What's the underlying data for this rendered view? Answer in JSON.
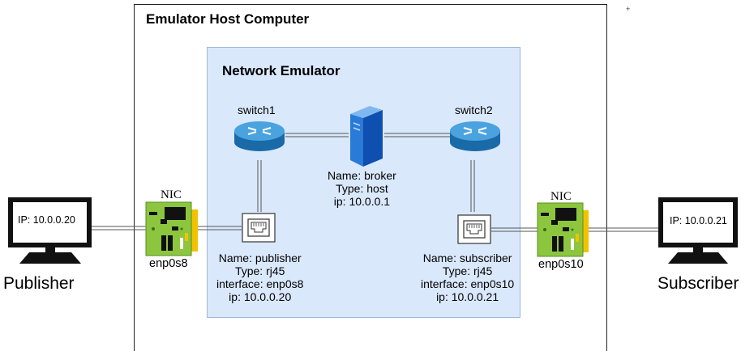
{
  "host": {
    "title": "Emulator Host Computer"
  },
  "emulator": {
    "title": "Network Emulator"
  },
  "switch1": {
    "label": "switch1"
  },
  "switch2": {
    "label": "switch2"
  },
  "broker": {
    "lines": [
      "Name: broker",
      "Type: host",
      "ip: 10.0.0.1"
    ]
  },
  "port_publisher": {
    "lines": [
      "Name: publisher",
      "Type: rj45",
      "interface: enp0s8",
      "ip: 10.0.0.20"
    ]
  },
  "port_subscriber": {
    "lines": [
      "Name: subscriber",
      "Type: rj45",
      "interface: enp0s10",
      "ip: 10.0.0.21"
    ]
  },
  "nic_left": {
    "label": "NIC",
    "interface": "enp0s8"
  },
  "nic_right": {
    "label": "NIC",
    "interface": "enp0s10"
  },
  "publisher": {
    "name": "Publisher",
    "ip": "IP: 10.0.0.20"
  },
  "subscriber": {
    "name": "Subscriber",
    "ip": "IP: 10.0.0.21"
  },
  "stray_mark": "+",
  "colors": {
    "emulator_fill": "#dae8fc",
    "switch_blue": "#2e88c8",
    "server_blue": "#1e6fd6",
    "nic_green": "#8cc63f",
    "nic_gold": "#f2c200"
  }
}
